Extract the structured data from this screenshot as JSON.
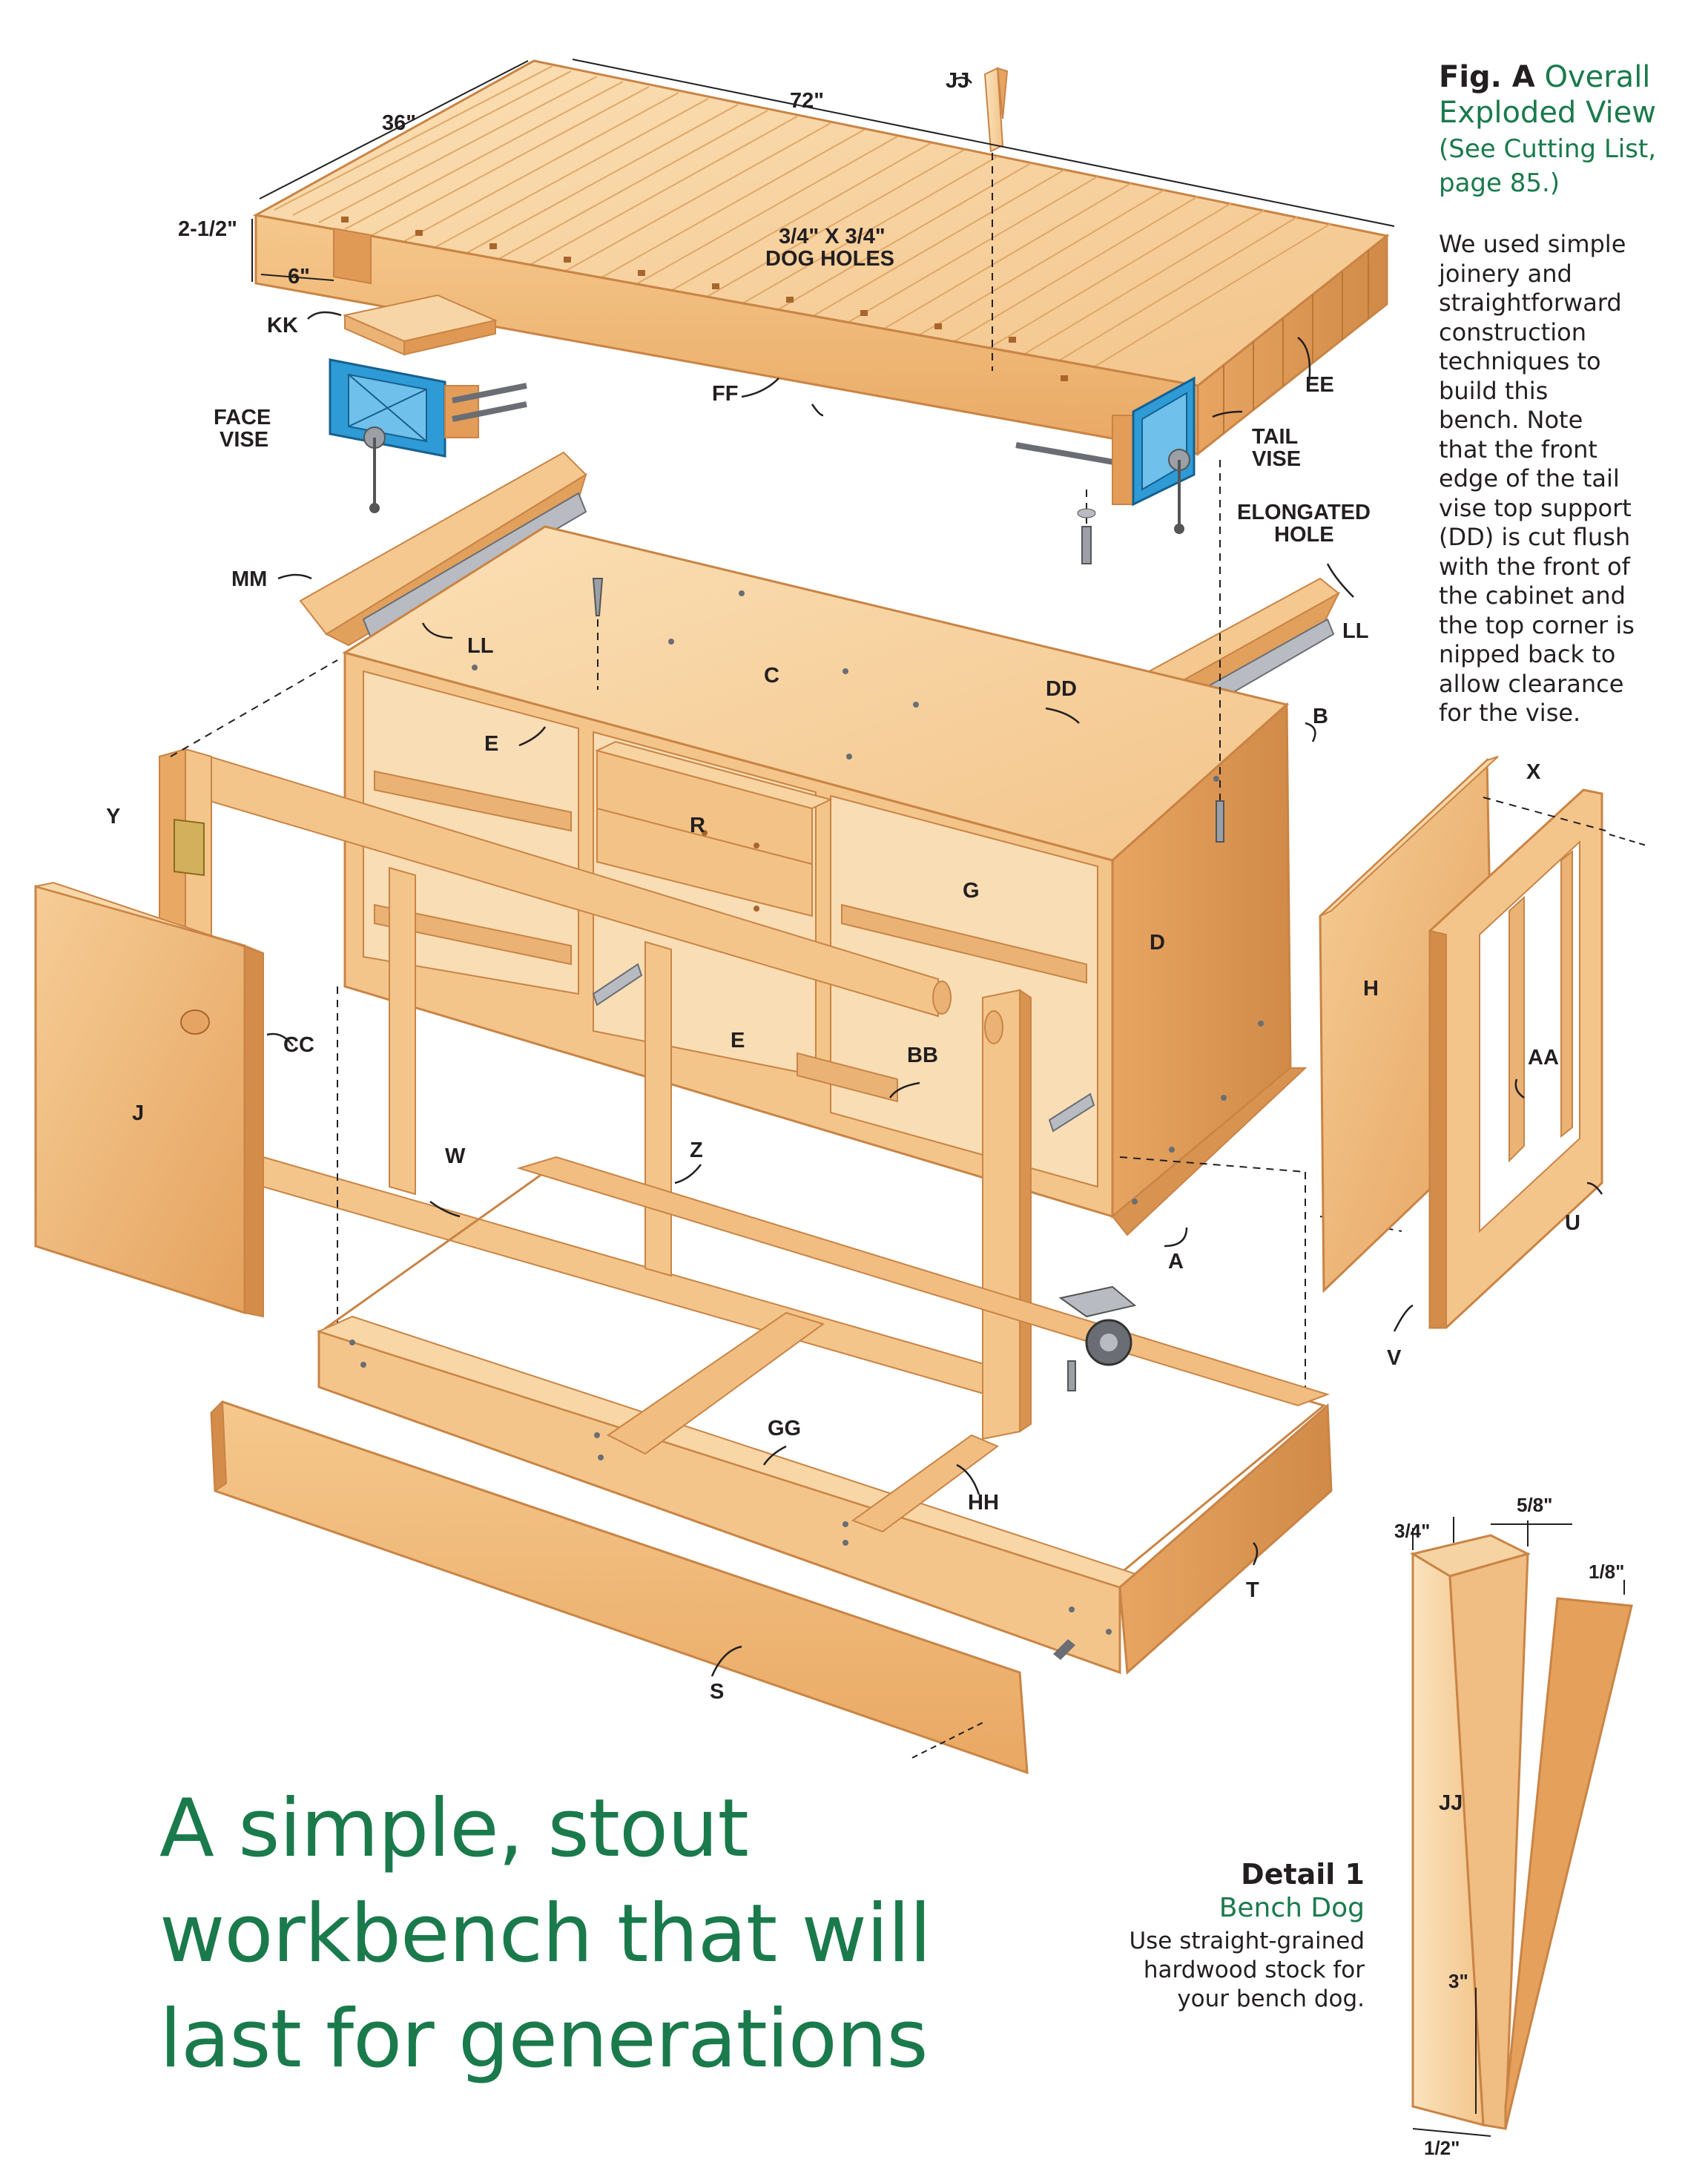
{
  "figure": {
    "fig_label": "Fig. A",
    "title_line1": "Overall",
    "title_line2": "Exploded View",
    "ref_line1": "(See Cutting List,",
    "ref_line2": "page 85.)",
    "body_lines": [
      "We used simple",
      "joinery and",
      "straightforward",
      "construction",
      "techniques to",
      "build this",
      "bench. Note",
      "that the front",
      "edge of the tail",
      "vise top support",
      "(DD) is cut flush",
      "with the front of",
      "the cabinet and",
      "the top corner is",
      "nipped back to",
      "allow clearance",
      "for the vise."
    ]
  },
  "headline": {
    "line1": "A simple, stout",
    "line2": "workbench that will",
    "line3": "last for generations"
  },
  "detail": {
    "title": "Detail 1",
    "subtitle": "Bench Dog",
    "line1": "Use straight-grained",
    "line2": "hardwood stock for",
    "line3": "your bench dog.",
    "dims": {
      "w34": "3/4\"",
      "w58": "5/8\"",
      "w18": "1/8\"",
      "h3": "3\"",
      "w12": "1/2\"",
      "part": "JJ"
    }
  },
  "dimensions": {
    "top_width": "72\"",
    "top_depth": "36\"",
    "top_thickness": "2-1/2\"",
    "dog_spacing": "6\"",
    "dog_holes_1": "3/4\" X 3/4\"",
    "dog_holes_2": "DOG HOLES"
  },
  "callouts": {
    "JJ": "JJ",
    "KK": "KK",
    "FF": "FF",
    "EE": "EE",
    "MM": "MM",
    "LL": "LL",
    "C": "C",
    "DD": "DD",
    "B": "B",
    "E": "E",
    "R": "R",
    "G": "G",
    "D": "D",
    "Y": "Y",
    "CC": "CC",
    "J": "J",
    "W": "W",
    "Z": "Z",
    "BB": "BB",
    "A": "A",
    "H": "H",
    "X": "X",
    "AA": "AA",
    "U": "U",
    "V": "V",
    "GG": "GG",
    "HH": "HH",
    "T": "T",
    "S": "S",
    "face_vise_1": "FACE",
    "face_vise_2": "VISE",
    "tail_vise_1": "TAIL",
    "tail_vise_2": "VISE",
    "elong_1": "ELONGATED",
    "elong_2": "HOLE"
  },
  "colors": {
    "wood_light": "#f7d3a0",
    "wood_mid": "#f1b97a",
    "wood_dark": "#e3a060",
    "wood_shadow": "#c98445",
    "vise_blue": "#2e9bd6",
    "metal": "#b8bcc2",
    "ink": "#231f20",
    "accent_green": "#1a7a4c"
  }
}
